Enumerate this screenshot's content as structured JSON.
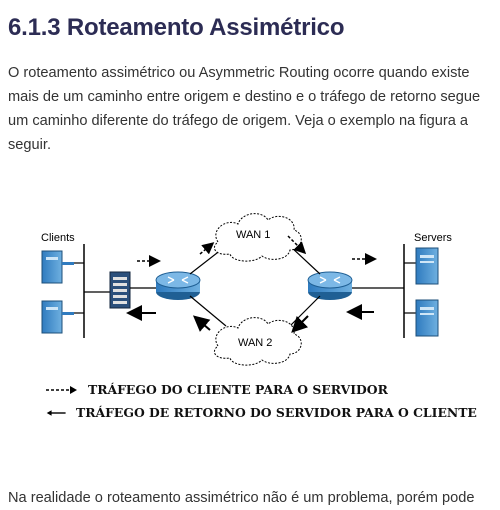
{
  "heading": "6.1.3 Roteamento Assimétrico",
  "paragraph1": "O roteamento assimétrico ou Asymmetric Routing ocorre quando existe mais de um caminho entre origem e destino e o tráfego de retorno segue um caminho diferente do tráfego de origem. Veja o exemplo na figura a seguir.",
  "diagram": {
    "clients_label": "Clients",
    "servers_label": "Servers",
    "wan1_label": "WAN 1",
    "wan2_label": "WAN 2"
  },
  "legend": {
    "dashed_text": "TRÁFEGO DO CLIENTE PARA O SERVIDOR",
    "solid_text": "TRÁFEGO DE RETORNO DO SERVIDOR PARA O CLIENTE"
  },
  "paragraph2": "Na realidade o roteamento assimétrico não é um problema, porém pode"
}
